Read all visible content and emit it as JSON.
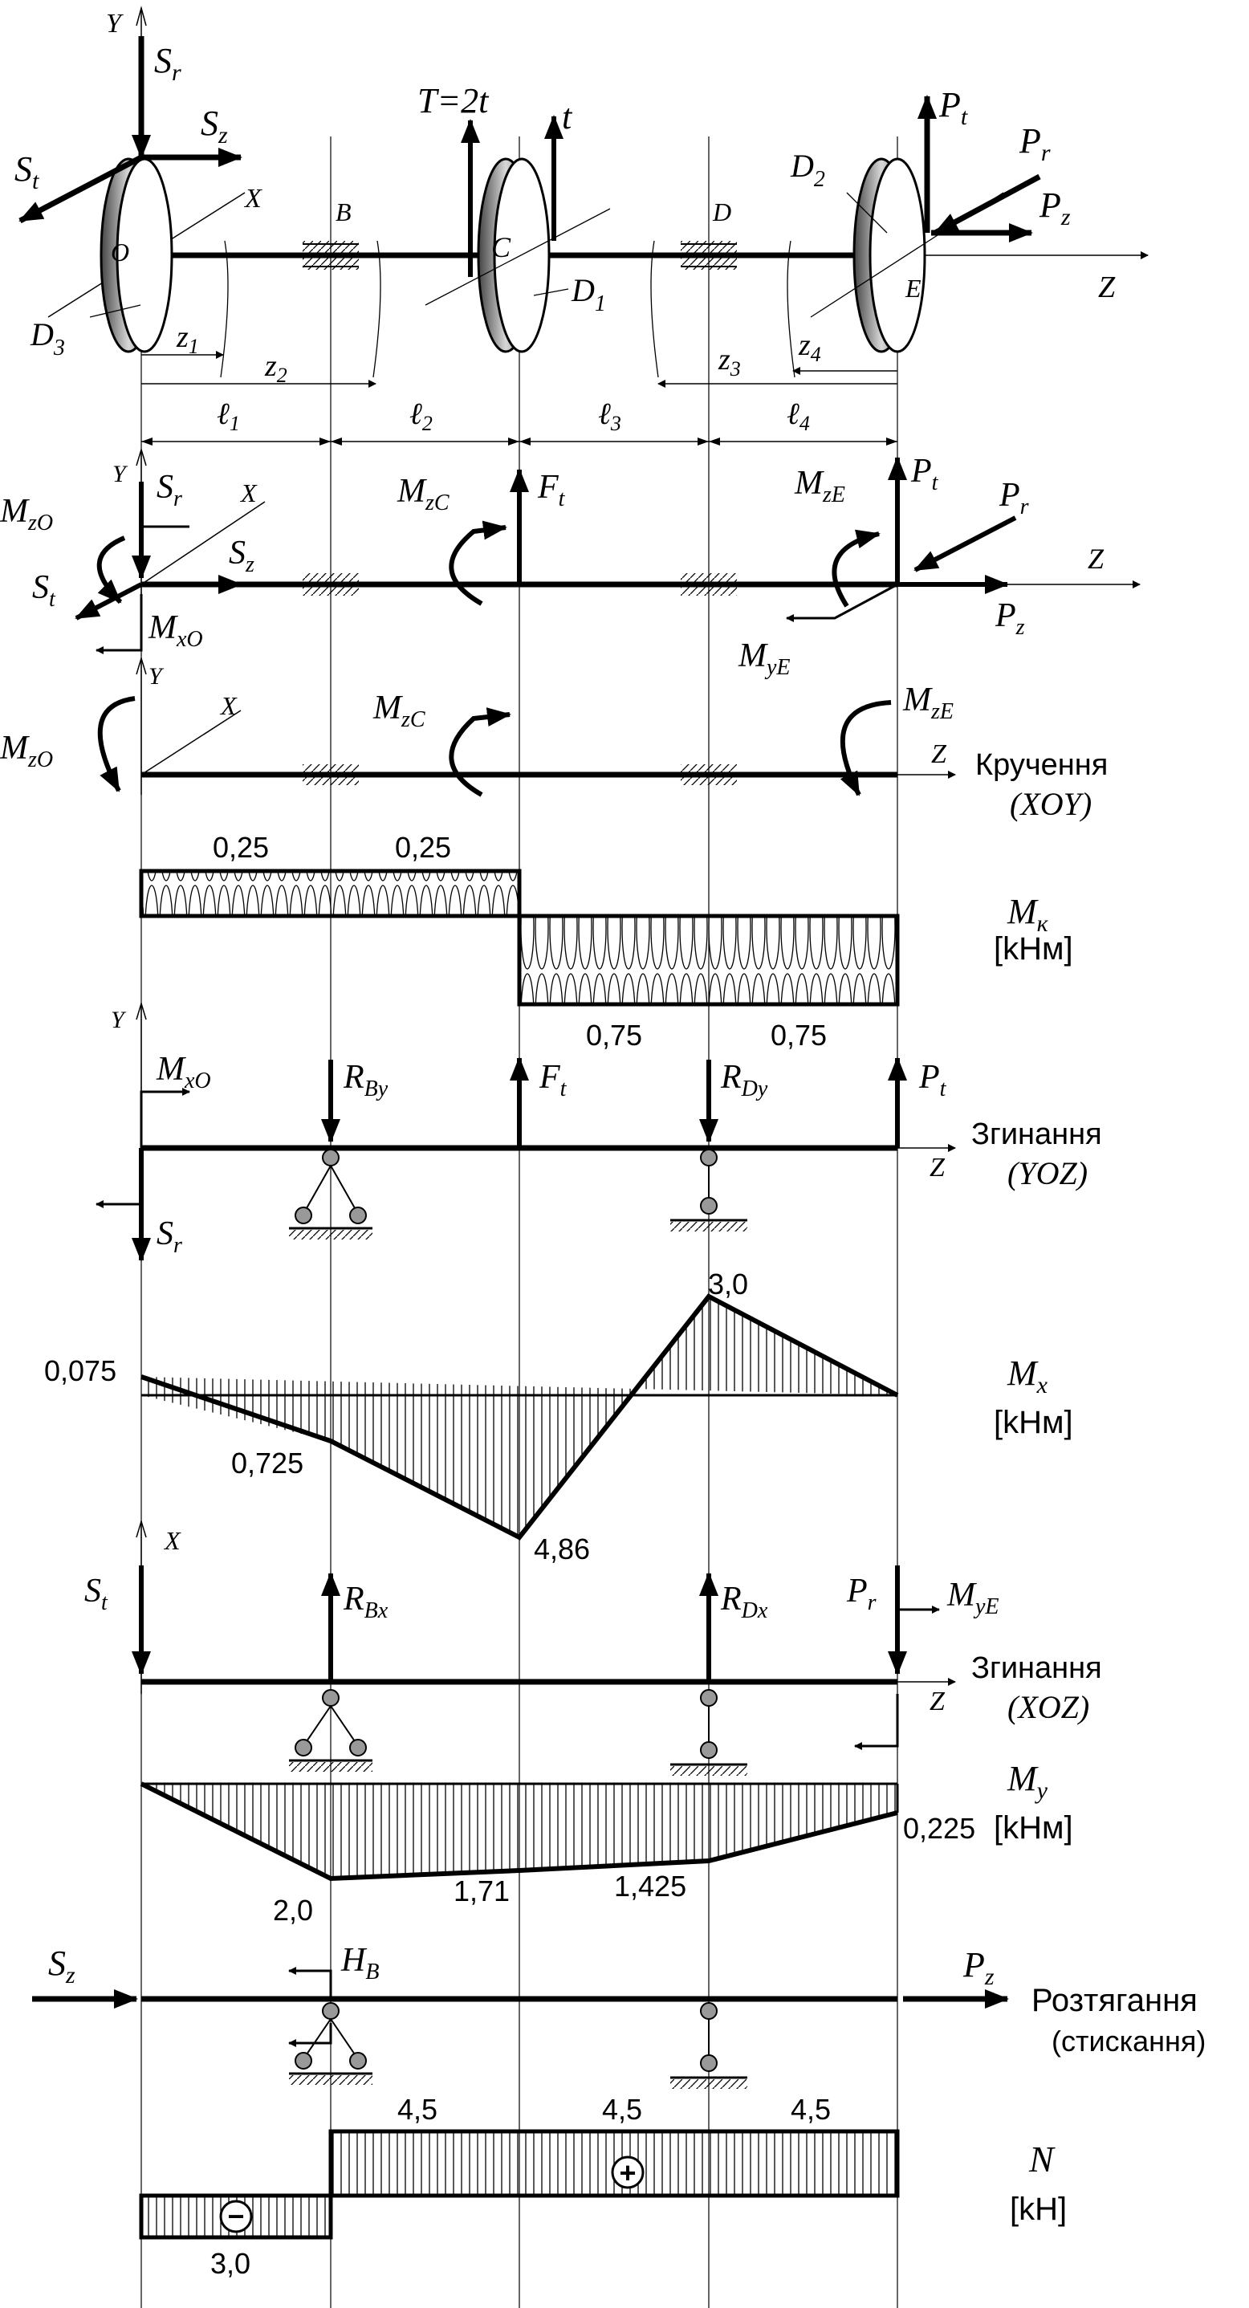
{
  "shaft": {
    "axes": {
      "y": "Y",
      "x": "X",
      "z": "Z"
    },
    "points": {
      "o": "O",
      "b": "B",
      "c": "C",
      "d": "D",
      "e": "E"
    },
    "disks": {
      "d3": "D",
      "d3_sub": "3",
      "d1": "D",
      "d1_sub": "1",
      "d2": "D",
      "d2_sub": "2"
    },
    "torque_label": "T=2t",
    "t_label": "t",
    "forces": {
      "sr": "S",
      "sr_sub": "r",
      "sz": "S",
      "sz_sub": "z",
      "st": "S",
      "st_sub": "t",
      "pt": "P",
      "pt_sub": "t",
      "pr": "P",
      "pr_sub": "r",
      "pz": "P",
      "pz_sub": "z"
    },
    "z_coords": [
      {
        "main": "z",
        "sub": "1"
      },
      {
        "main": "z",
        "sub": "2"
      },
      {
        "main": "z",
        "sub": "3"
      },
      {
        "main": "z",
        "sub": "4"
      }
    ],
    "spans": [
      {
        "main": "ℓ",
        "sub": "1"
      },
      {
        "main": "ℓ",
        "sub": "2"
      },
      {
        "main": "ℓ",
        "sub": "3"
      },
      {
        "main": "ℓ",
        "sub": "4"
      }
    ]
  },
  "loads": {
    "mzo": "M",
    "mzo_sub": "zO",
    "mzc": "M",
    "mzc_sub": "zC",
    "mze": "M",
    "mze_sub": "zE",
    "mxo": "M",
    "mxo_sub": "xO",
    "mye": "M",
    "mye_sub": "yE",
    "ft": "F",
    "ft_sub": "t"
  },
  "torsion": {
    "title": "Кручення",
    "plane": "(XOY)",
    "diagram_label": "M",
    "diagram_sub": "к",
    "unit": "[kНм]",
    "values_positive": [
      "0,25",
      "0,25"
    ],
    "values_negative": [
      "0,75",
      "0,75"
    ]
  },
  "bending_yoz": {
    "title": "Згинання",
    "plane": "(YOZ)",
    "reactions": {
      "rby": "R",
      "rby_sub": "By",
      "rdy": "R",
      "rdy_sub": "Dy"
    },
    "diagram_label": "M",
    "diagram_sub": "x",
    "unit": "[kНм]",
    "values": {
      "at_o": "0,075",
      "at_b": "0,725",
      "at_c": "4,86",
      "at_d": "3,0"
    }
  },
  "bending_xoz": {
    "title": "Згинання",
    "plane": "(XOZ)",
    "reactions": {
      "rbx": "R",
      "rbx_sub": "Bx",
      "rdx": "R",
      "rdx_sub": "Dx"
    },
    "diagram_label": "M",
    "diagram_sub": "y",
    "unit": "[kНм]",
    "values": {
      "at_b": "2,0",
      "at_c": "1,71",
      "at_d": "1,425",
      "at_e": "0,225"
    }
  },
  "axial": {
    "title": "Розтягання",
    "subtitle": "(стискання)",
    "hb": "H",
    "hb_sub": "B",
    "diagram_label": "N",
    "unit": "[kН]",
    "positive_values": [
      "4,5",
      "4,5",
      "4,5"
    ],
    "negative_value": "3,0",
    "plus_sign": "+",
    "minus_sign": "−"
  }
}
